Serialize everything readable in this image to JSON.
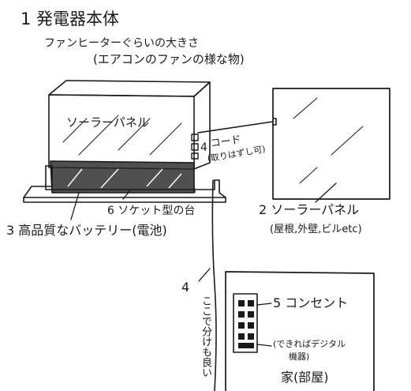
{
  "title": {
    "main": "1 発電器本体",
    "line2": "ファンヒーターぐらいの大きさ",
    "line3": "(エアコンのファンの様な物)"
  },
  "labels": {
    "panel_on_unit": "ソーラーパネル",
    "cord_number": "4",
    "cord": "コード",
    "cord_note": "(取りはずし可)",
    "socket_base": "6 ソケット型の台",
    "battery": "3 高品質なバッテリー(電池)",
    "roof_panel_1": "2 ソーラーパネル",
    "roof_panel_2": "(屋根,外壁,ビルetc)",
    "cord_number_2": "4",
    "outlet": "5 コンセント",
    "digital_note_1": "(できればデジタル",
    "digital_note_2": "機器)",
    "house": "家(部屋)",
    "vertical_note": "ここで分けも良い"
  }
}
